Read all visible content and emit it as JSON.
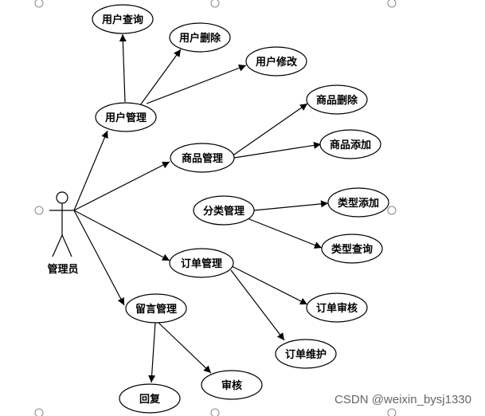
{
  "actor": {
    "label": "管理员"
  },
  "use_cases": {
    "user_mgmt": "用户管理",
    "user_query": "用户查询",
    "user_delete": "用户删除",
    "user_edit": "用户修改",
    "product_mgmt": "商品管理",
    "product_delete": "商品删除",
    "product_add": "商品添加",
    "category_mgmt": "分类管理",
    "type_add": "类型添加",
    "type_query": "类型查询",
    "order_mgmt": "订单管理",
    "order_review": "订单审核",
    "order_maintain": "订单维护",
    "message_mgmt": "留言管理",
    "reply": "回复",
    "review": "审核"
  },
  "watermark": "CSDN @weixin_bysj1330"
}
